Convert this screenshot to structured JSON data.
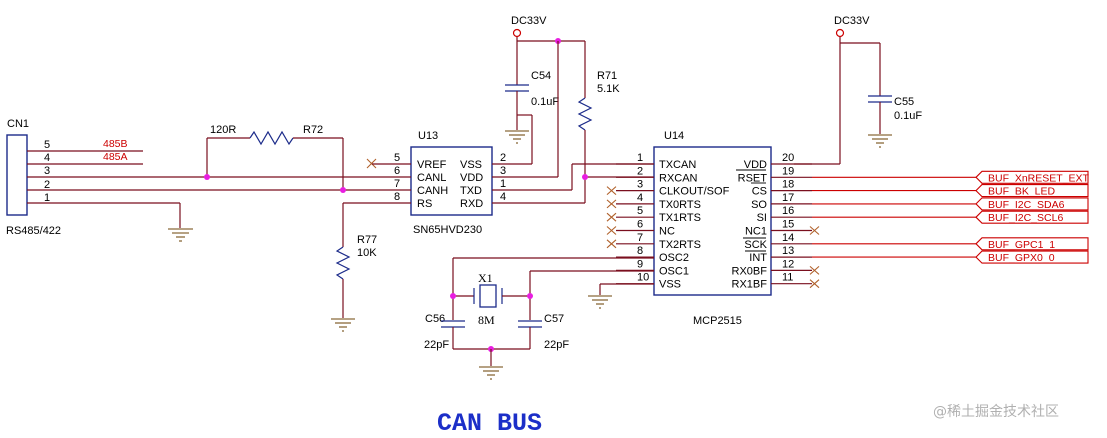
{
  "title": "CAN BUS",
  "watermark": "@稀土掘金技术社区",
  "power_label": "DC33V",
  "cn1": {
    "ref": "CN1",
    "name": "RS485/422",
    "pins": [
      "5",
      "4",
      "3",
      "2",
      "1"
    ],
    "nets": [
      "485B",
      "485A"
    ]
  },
  "r72": {
    "value": "120R",
    "ref": "R72"
  },
  "r77": {
    "ref": "R77",
    "value": "10K"
  },
  "r71": {
    "ref": "R71",
    "value": "5.1K"
  },
  "c54": {
    "ref": "C54",
    "value": "0.1uF"
  },
  "c55": {
    "ref": "C55",
    "value": "0.1uF"
  },
  "c56": {
    "ref": "C56",
    "value": "22pF"
  },
  "c57": {
    "ref": "C57",
    "value": "22pF"
  },
  "x1": {
    "ref": "X1",
    "value": "8M"
  },
  "u13": {
    "ref": "U13",
    "part": "SN65HVD230",
    "left_pins": [
      {
        "num": "5",
        "name": "VREF"
      },
      {
        "num": "6",
        "name": "CANL"
      },
      {
        "num": "7",
        "name": "CANH"
      },
      {
        "num": "8",
        "name": "RS"
      }
    ],
    "right_pins": [
      {
        "num": "2",
        "name": "VSS"
      },
      {
        "num": "3",
        "name": "VDD"
      },
      {
        "num": "1",
        "name": "TXD"
      },
      {
        "num": "4",
        "name": "RXD"
      }
    ]
  },
  "u14": {
    "ref": "U14",
    "part": "MCP2515",
    "left_pins": [
      {
        "num": "1",
        "name": "TXCAN"
      },
      {
        "num": "2",
        "name": "RXCAN"
      },
      {
        "num": "3",
        "name": "CLKOUT/SOF"
      },
      {
        "num": "4",
        "name": "TX0RTS"
      },
      {
        "num": "5",
        "name": "TX1RTS"
      },
      {
        "num": "6",
        "name": "NC"
      },
      {
        "num": "7",
        "name": "TX2RTS"
      },
      {
        "num": "8",
        "name": "OSC2"
      },
      {
        "num": "9",
        "name": "OSC1"
      },
      {
        "num": "10",
        "name": "VSS"
      }
    ],
    "right_pins": [
      {
        "num": "20",
        "name": "VDD"
      },
      {
        "num": "19",
        "name": "RSET"
      },
      {
        "num": "18",
        "name": "CS"
      },
      {
        "num": "17",
        "name": "SO"
      },
      {
        "num": "16",
        "name": "SI"
      },
      {
        "num": "15",
        "name": "NC1"
      },
      {
        "num": "14",
        "name": "SCK"
      },
      {
        "num": "13",
        "name": "INT"
      },
      {
        "num": "12",
        "name": "RX0BF"
      },
      {
        "num": "11",
        "name": "RX1BF"
      }
    ]
  },
  "buffers": [
    "BUF_XnRESET_EXT",
    "BUF_BK_LED",
    "BUF_I2C_SDA6",
    "BUF_I2C_SCL6",
    "BUF_GPC1_1",
    "BUF_GPX0_0"
  ]
}
